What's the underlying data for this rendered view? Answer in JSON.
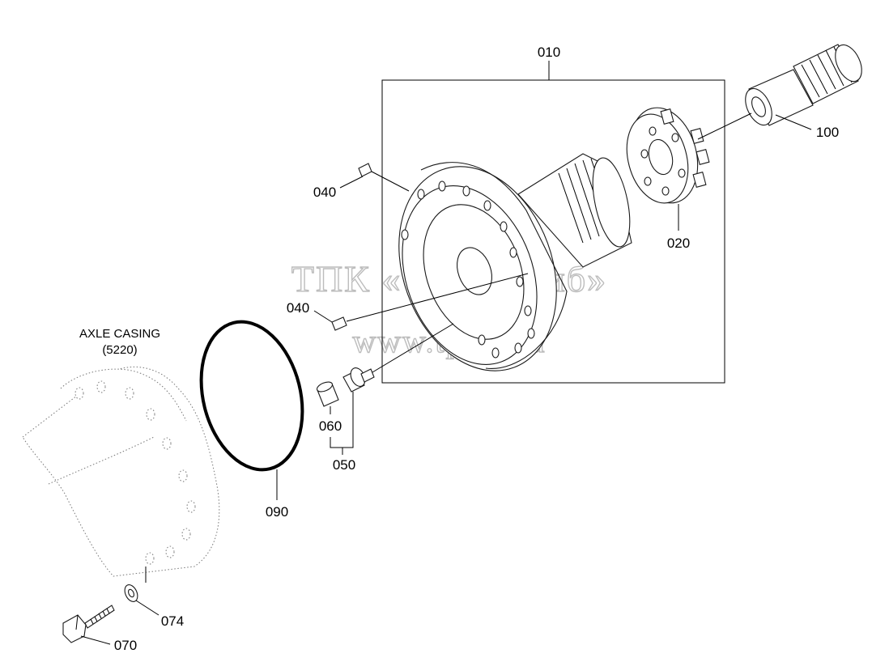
{
  "labels": {
    "p010": "010",
    "p020": "020",
    "p040a": "040",
    "p040b": "040",
    "p050": "050",
    "p060": "060",
    "p070": "070",
    "p074": "074",
    "p090": "090",
    "p100": "100"
  },
  "axle_casing": {
    "title": "AXLE CASING",
    "code": "(5220)"
  },
  "watermark": {
    "line1": "ТПК «Техно-Сиб»",
    "line2": "www.tpkts.ru"
  }
}
